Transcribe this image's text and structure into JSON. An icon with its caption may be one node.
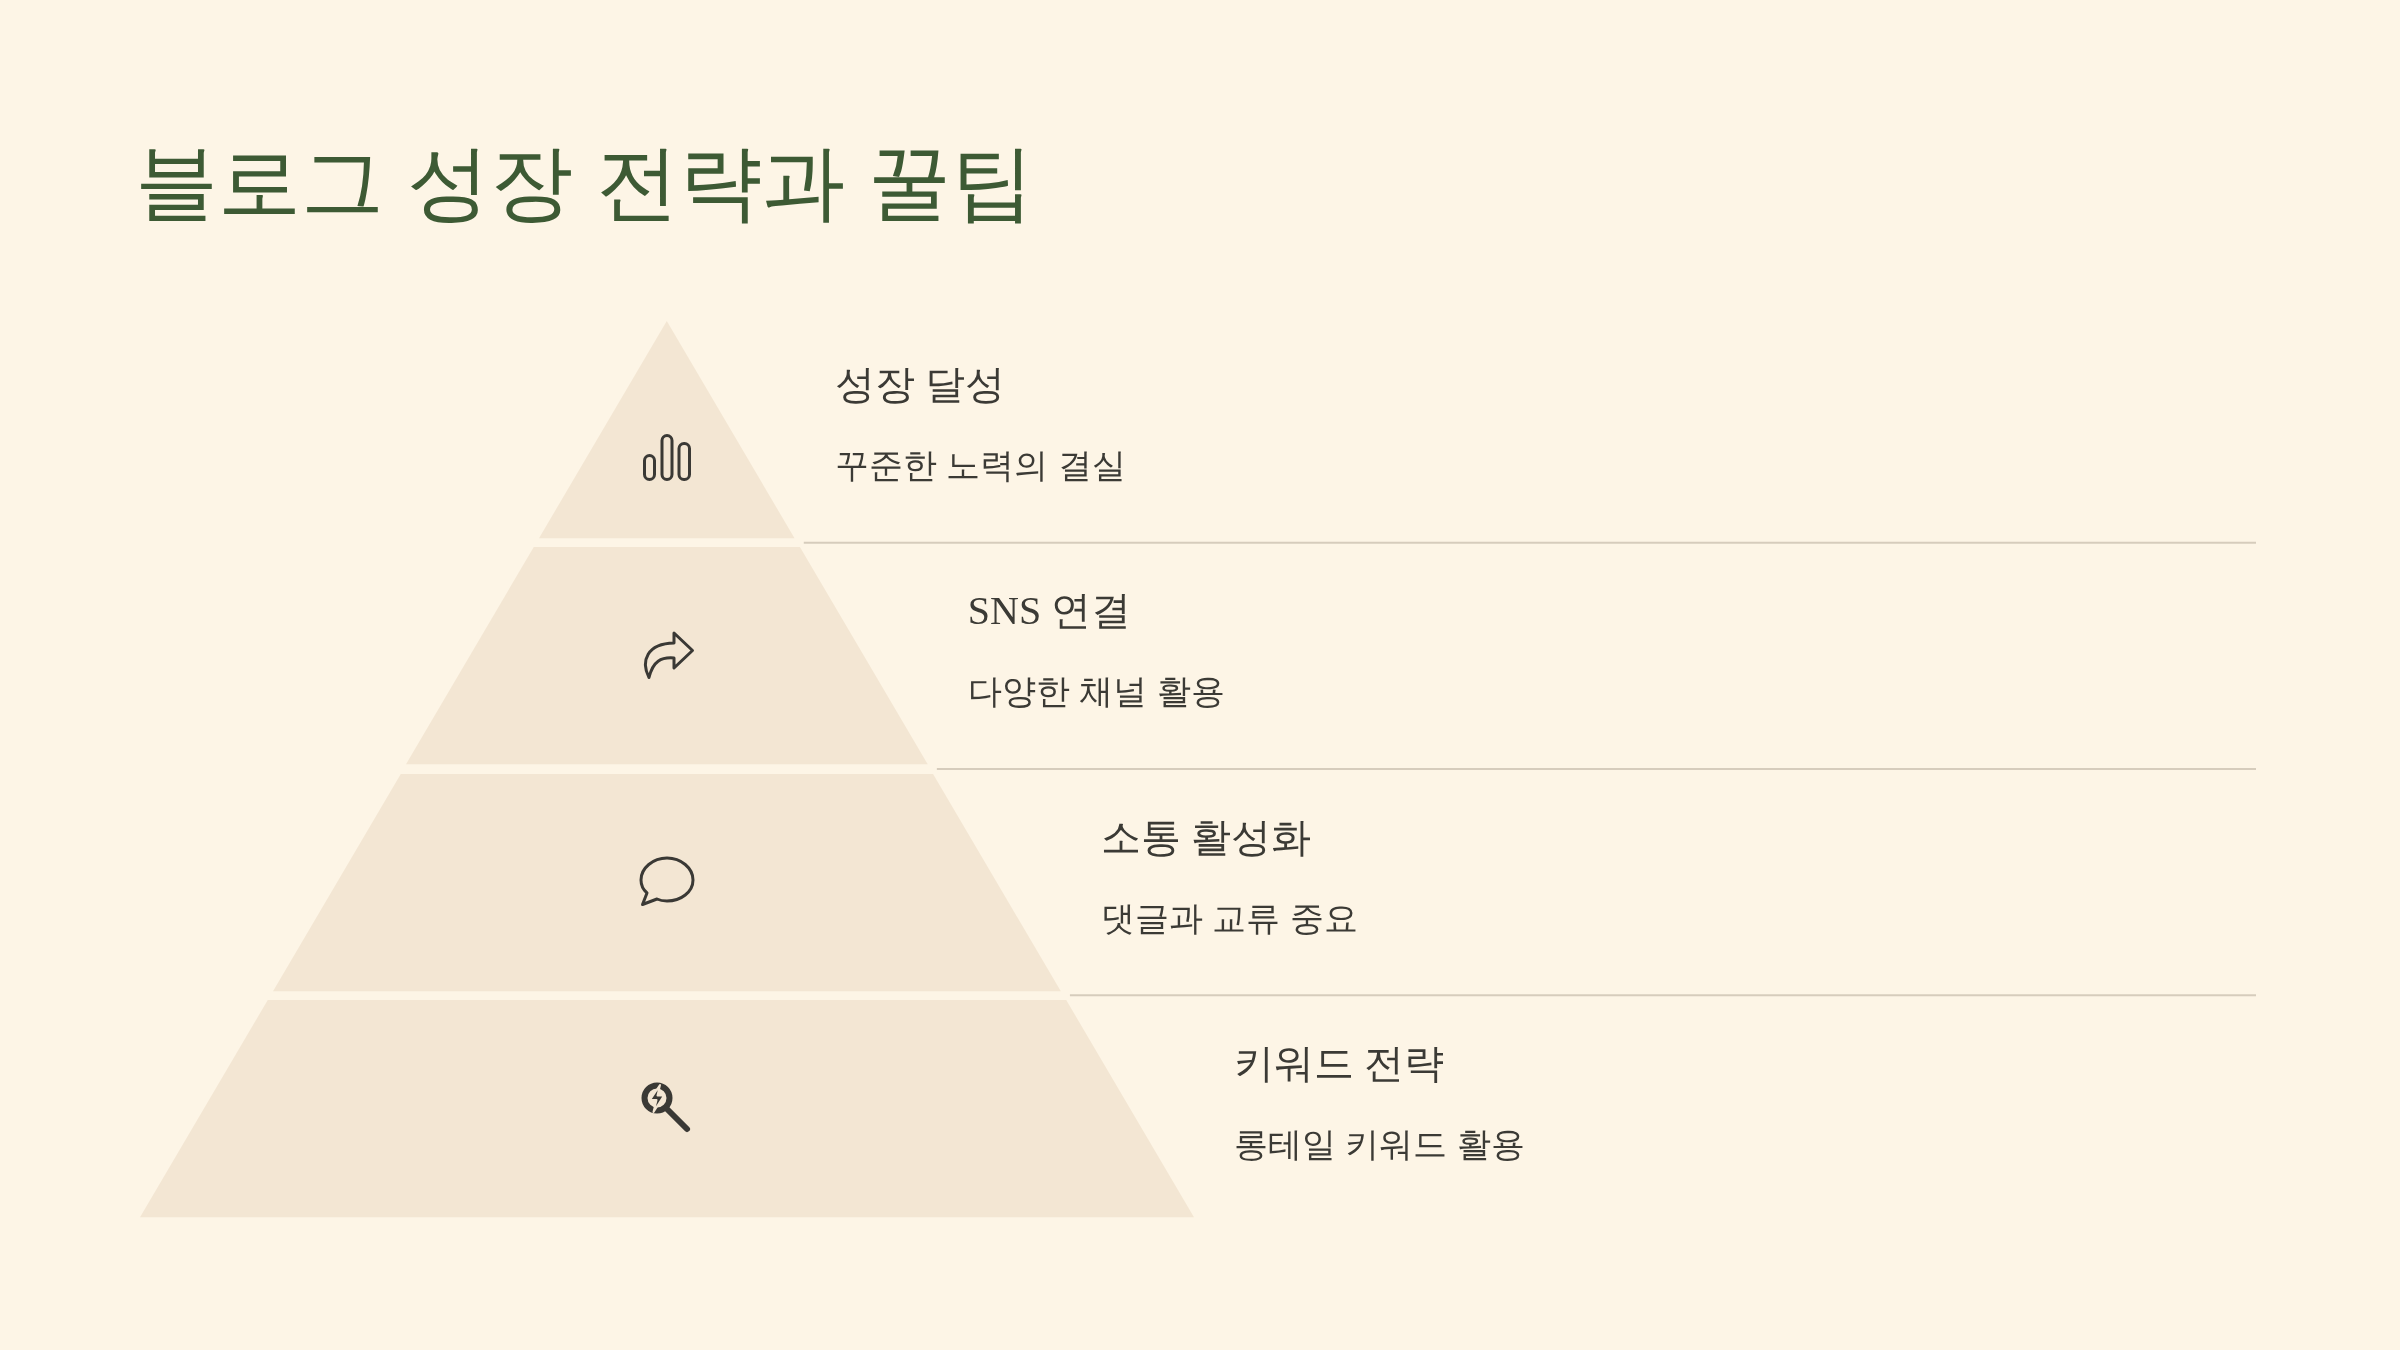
{
  "diagram": {
    "title": "블로그 성장 전략과 꿀팁",
    "nodes": [
      {
        "text": [],
        "shape": "triangle",
        "beside": [
          "성장 달성",
          "꾸준한 노력의 결실"
        ]
      },
      {
        "text": [],
        "shape": "trapezoid",
        "beside": [
          "SNS 연결",
          "다양한 채널 활용"
        ]
      },
      {
        "text": [],
        "shape": "trapezoid",
        "beside": [
          "소통 활성화",
          "댓글과 교류 중요"
        ]
      },
      {
        "text": [],
        "shape": "trapezoid",
        "beside": [
          "키워드 전략",
          "롱테일 키워드 활용"
        ]
      }
    ]
  }
}
